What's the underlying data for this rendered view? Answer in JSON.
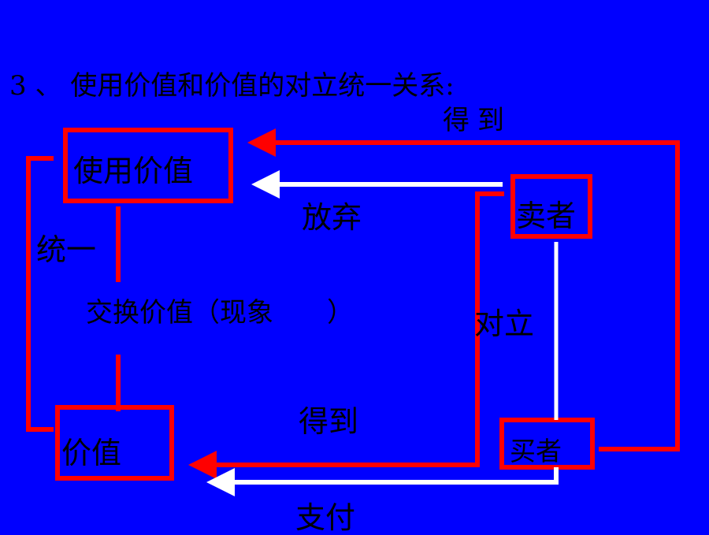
{
  "title": "3  、 使用价值和价值的对立统一关系:",
  "labels": {
    "get_top": "得到",
    "use_value": "使用价值",
    "value": "价值",
    "seller": "卖者",
    "buyer": "买者",
    "give_up": "放弃",
    "unity": "统一",
    "exchange_value": "交换价值（现象　　）",
    "opposition": "对立",
    "get_bottom": "得到",
    "pay": "支付"
  },
  "colors": {
    "background": "#0000FF",
    "red": "#FF0000",
    "white": "#FFFFFF",
    "text": "#000000"
  }
}
